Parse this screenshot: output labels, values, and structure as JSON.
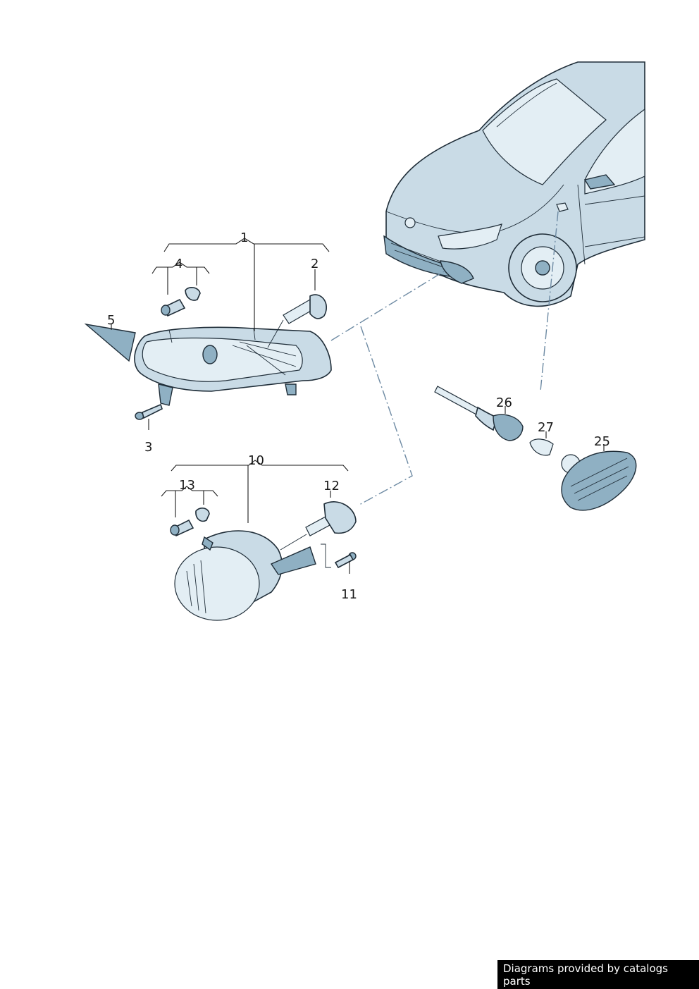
{
  "callouts": {
    "c1": "1",
    "c2": "2",
    "c3": "3",
    "c4": "4",
    "c5": "5",
    "c10": "10",
    "c11": "11",
    "c12": "12",
    "c13": "13",
    "c25": "25",
    "c26": "26",
    "c27": "27"
  },
  "footer": {
    "credit": "Diagrams provided by catalogs parts"
  },
  "colors": {
    "part_fill": "#c9dbe6",
    "part_shade": "#8fb0c3",
    "outline": "#1f2d38",
    "leader_dash": "#6d8aa3"
  }
}
